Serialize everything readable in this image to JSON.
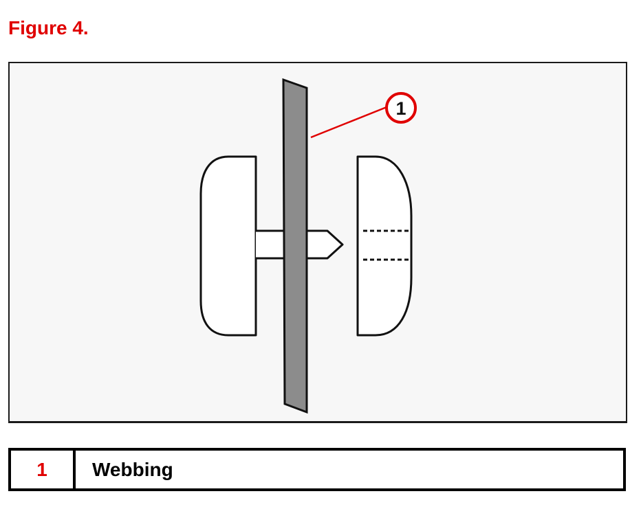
{
  "figure": {
    "title": "Figure 4."
  },
  "diagram": {
    "callout_number": "1",
    "callout_color": "#e00000",
    "webbing_color": "#8c8c8c",
    "background_color": "#f7f7f7"
  },
  "legend": {
    "items": [
      {
        "number": "1",
        "label": "Webbing"
      }
    ]
  }
}
